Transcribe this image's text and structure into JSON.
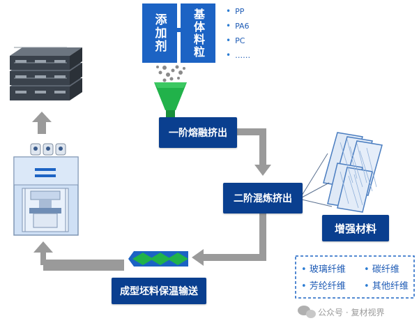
{
  "additive_box": {
    "label": "添加剂"
  },
  "base_resin_box": {
    "label": "基体料粒"
  },
  "plus_symbol": "+",
  "resin_list": [
    "PP",
    "PA6",
    "PC",
    "……"
  ],
  "steps": {
    "first_stage": "一阶熔融挤出",
    "second_stage": "二阶混炼挤出",
    "transport": "成型坯料保温输送"
  },
  "reinforcement": {
    "title": "增强材料",
    "items": [
      "玻璃纤维",
      "碳纤维",
      "芳纶纤维",
      "其他纤维"
    ]
  },
  "watermark": "公众号 · 复材视界",
  "colors": {
    "navy": "#0a3f8f",
    "blue": "#1c63c4",
    "arrow_gray": "#9a9a9a",
    "hopper_green": "#21b24a",
    "text_blue": "#1e5bb5"
  }
}
